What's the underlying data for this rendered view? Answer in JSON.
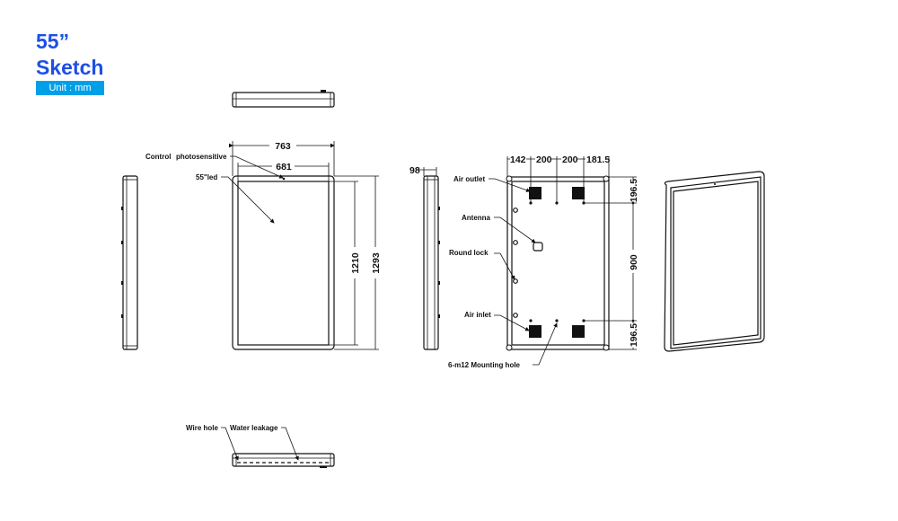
{
  "header": {
    "size": "55”",
    "title": "Sketch",
    "unit": "Unit : mm",
    "title_color": "#1d4fe6",
    "unit_bg": "#00a0e9"
  },
  "front_view": {
    "labels": {
      "control": "Control",
      "photosensitive": "photosensitive",
      "led": "55\"led"
    },
    "dims": {
      "outer_width": "763",
      "inner_width": "681",
      "inner_height": "1210",
      "outer_height": "1293"
    }
  },
  "side_view": {
    "depth": "98"
  },
  "back_view": {
    "labels": {
      "air_outlet": "Air outlet",
      "antenna": "Antenna",
      "round_lock": "Round lock",
      "air_inlet": "Air inlet",
      "mounting": "6-m12 Mounting hole"
    },
    "dims": {
      "d1": "142",
      "d2": "200",
      "d3": "200",
      "d4": "181.5",
      "v1": "196.5",
      "v2": "900",
      "v3": "196.5"
    }
  },
  "bottom_view": {
    "labels": {
      "wire_hole": "Wire hole",
      "water_leakage": "Water leakage"
    }
  }
}
